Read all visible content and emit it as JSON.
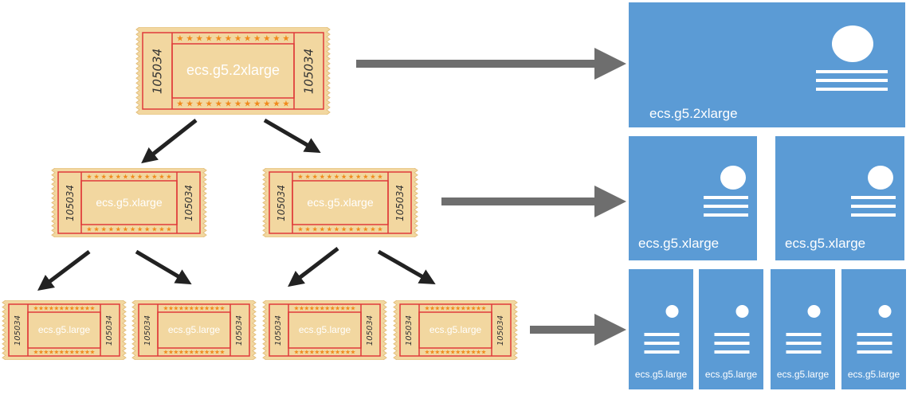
{
  "tickets": [
    {
      "id": "t-2xl",
      "label": "ecs.g5.2xlarge",
      "serial": "105034"
    },
    {
      "id": "t-xl-1",
      "label": "ecs.g5.xlarge",
      "serial": "105034"
    },
    {
      "id": "t-xl-2",
      "label": "ecs.g5.xlarge",
      "serial": "105034"
    },
    {
      "id": "t-l-1",
      "label": "ecs.g5.large",
      "serial": "105034"
    },
    {
      "id": "t-l-2",
      "label": "ecs.g5.large",
      "serial": "105034"
    },
    {
      "id": "t-l-3",
      "label": "ecs.g5.large",
      "serial": "105034"
    },
    {
      "id": "t-l-4",
      "label": "ecs.g5.large",
      "serial": "105034"
    }
  ],
  "cards": [
    {
      "id": "c-2xl",
      "label": "ecs.g5.2xlarge"
    },
    {
      "id": "c-xl-1",
      "label": "ecs.g5.xlarge"
    },
    {
      "id": "c-xl-2",
      "label": "ecs.g5.xlarge"
    },
    {
      "id": "c-l-1",
      "label": "ecs.g5.large"
    },
    {
      "id": "c-l-2",
      "label": "ecs.g5.large"
    },
    {
      "id": "c-l-3",
      "label": "ecs.g5.large"
    },
    {
      "id": "c-l-4",
      "label": "ecs.g5.large"
    }
  ],
  "colors": {
    "ticket_fill": "#f2d7a0",
    "ticket_border": "#e03a3a",
    "ticket_star": "#f08a1c",
    "card_fill": "#5b9bd5",
    "arrow": "#6e6e6e",
    "arrow_dark": "#222222"
  }
}
